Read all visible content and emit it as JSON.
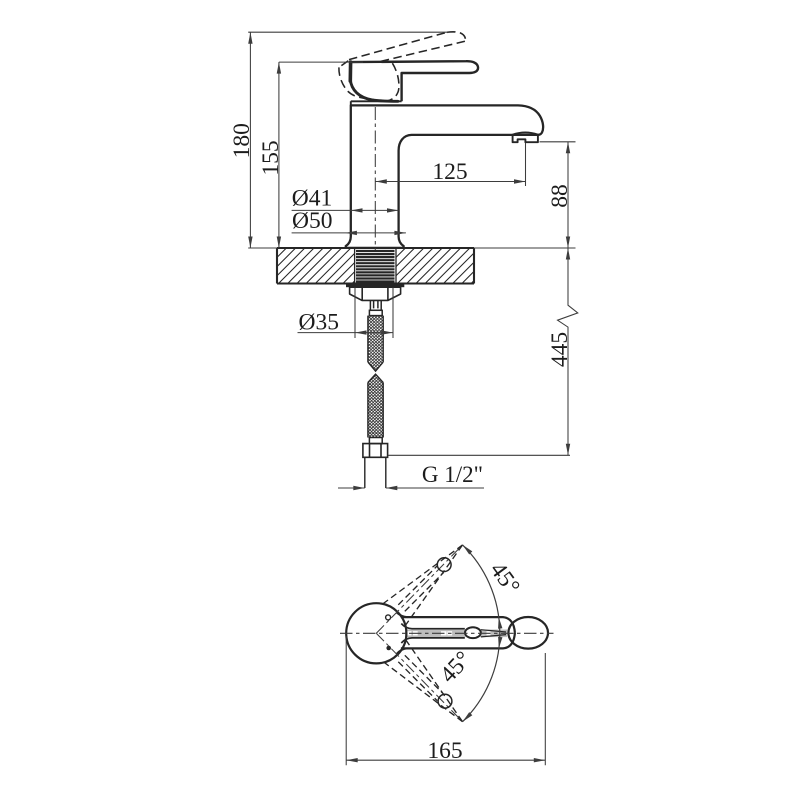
{
  "drawing": {
    "type": "technical-dimension-drawing",
    "subject": "Single-lever basin mixer faucet with flexible supply hose",
    "views": {
      "side": {
        "name": "side elevation with mounting section",
        "dims": {
          "height_total": "180",
          "height_spout_base": "155",
          "spout_reach": "125",
          "spout_height": "88",
          "body_dia": "Ø41",
          "base_dia": "Ø50",
          "hole_dia": "Ø35",
          "hose_length": "445",
          "thread": "G 1/2\""
        }
      },
      "top": {
        "name": "plan view with handle swing",
        "dims": {
          "swing_up": "45°",
          "swing_down": "45°",
          "length_total": "165"
        }
      }
    },
    "colors": {
      "line": "#262626",
      "dimension": "#3d3d3d",
      "background": "#ffffff",
      "slot_shading": "#bdbdbd"
    }
  }
}
